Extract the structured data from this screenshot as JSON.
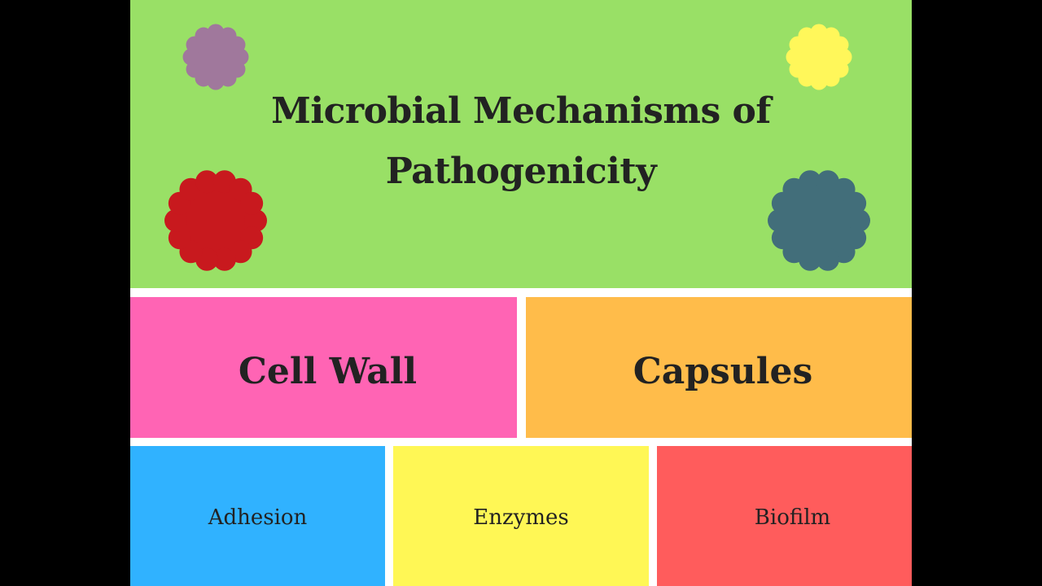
{
  "slide": {
    "title_line1": "Microbial Mechanisms of",
    "title_line2": "Pathogenicity",
    "colors": {
      "header": "#99e066",
      "cell_wall": "#ff64b4",
      "capsules": "#ffbc4a",
      "adhesion": "#30b2ff",
      "enzymes": "#fff755",
      "biofilm": "#ff5c5c"
    },
    "flowers": [
      {
        "name": "purple-flower-icon",
        "color": "#a0789c"
      },
      {
        "name": "yellow-flower-icon",
        "color": "#fff75a"
      },
      {
        "name": "red-flower-icon",
        "color": "#c8191e"
      },
      {
        "name": "teal-flower-icon",
        "color": "#426e7a"
      }
    ]
  },
  "tiles": {
    "cell_wall": "Cell Wall",
    "capsules": "Capsules",
    "adhesion": "Adhesion",
    "enzymes": "Enzymes",
    "biofilm": "Biofilm"
  }
}
